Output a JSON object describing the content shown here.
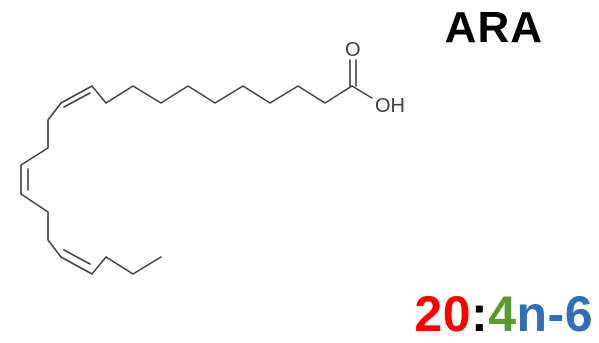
{
  "title": "ARA",
  "molecule": {
    "atom_labels": {
      "carbonyl_oxygen": "O",
      "hydroxyl": "OH"
    },
    "bond_color": "#404040"
  },
  "notation": {
    "carbon_count": "20",
    "sep1": ":",
    "double_bonds": "4",
    "omega_position": "n-6",
    "colors": {
      "carbon_count": "#ff0000",
      "sep1": "#000000",
      "double_bonds": "#5a9a2e",
      "omega_position": "#2f6fb8"
    }
  }
}
